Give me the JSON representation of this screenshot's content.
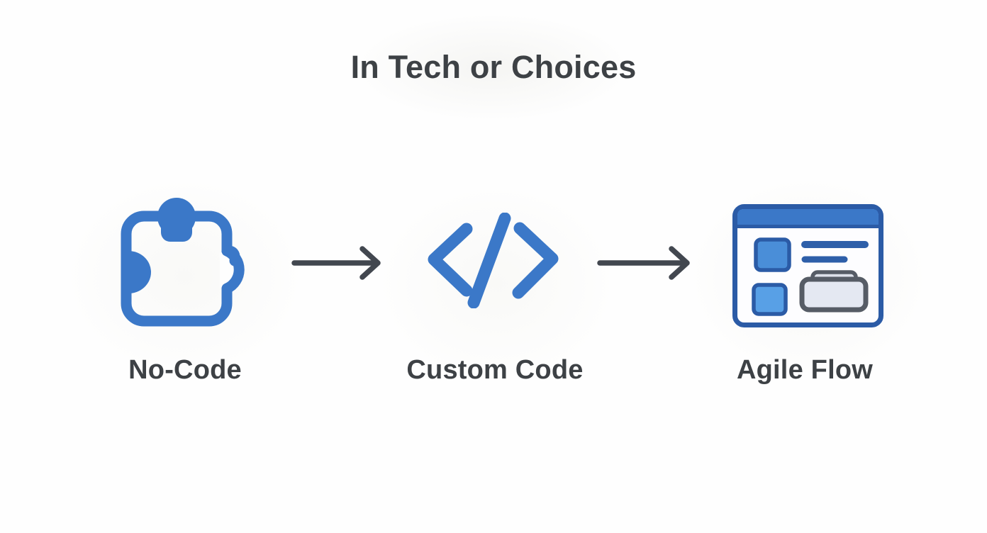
{
  "title": "In Tech or Choices",
  "steps": [
    {
      "label": "No-Code",
      "icon": "puzzle-piece-icon"
    },
    {
      "label": "Custom Code",
      "icon": "code-brackets-icon"
    },
    {
      "label": "Agile Flow",
      "icon": "browser-window-icon"
    }
  ],
  "arrows": [
    {
      "from": "No-Code",
      "to": "Custom Code"
    },
    {
      "from": "Custom Code",
      "to": "Agile Flow"
    }
  ],
  "colors": {
    "icon_blue": "#3b78c8",
    "icon_blue_dark": "#2b5ba6",
    "square_blue": "#4a8ed8",
    "square_blue_light": "#58a0e6",
    "window_body": "#fdfdff",
    "tray_fill": "#e4e8f2",
    "flange_fill": "#dde1ea",
    "tray_border": "#565c66",
    "arrow_gray": "#42474f",
    "text_color": "#3d4145",
    "background": "#fefefe"
  }
}
